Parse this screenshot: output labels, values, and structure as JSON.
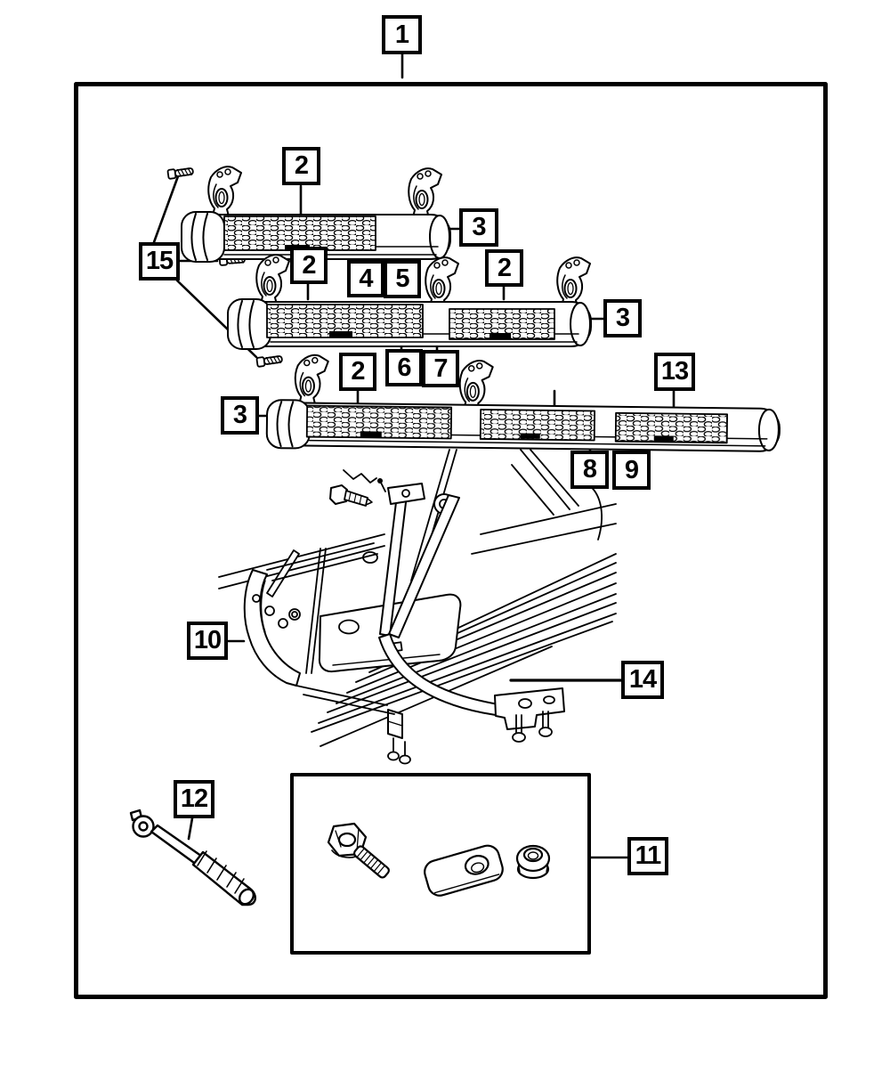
{
  "page": {
    "paper_color": "#ffffff",
    "ink_color": "#000000",
    "kind": "parts-catalog-exploded-diagram"
  },
  "callouts": [
    {
      "label": "1"
    },
    {
      "label": "2"
    },
    {
      "label": "3"
    },
    {
      "label": "15"
    },
    {
      "label": "2"
    },
    {
      "label": "4"
    },
    {
      "label": "5"
    },
    {
      "label": "2"
    },
    {
      "label": "3"
    },
    {
      "label": "2"
    },
    {
      "label": "13"
    },
    {
      "label": "3"
    },
    {
      "label": "6"
    },
    {
      "label": "7"
    },
    {
      "label": "8"
    },
    {
      "label": "9"
    },
    {
      "label": "10"
    },
    {
      "label": "14"
    },
    {
      "label": "12"
    },
    {
      "label": "11"
    }
  ]
}
